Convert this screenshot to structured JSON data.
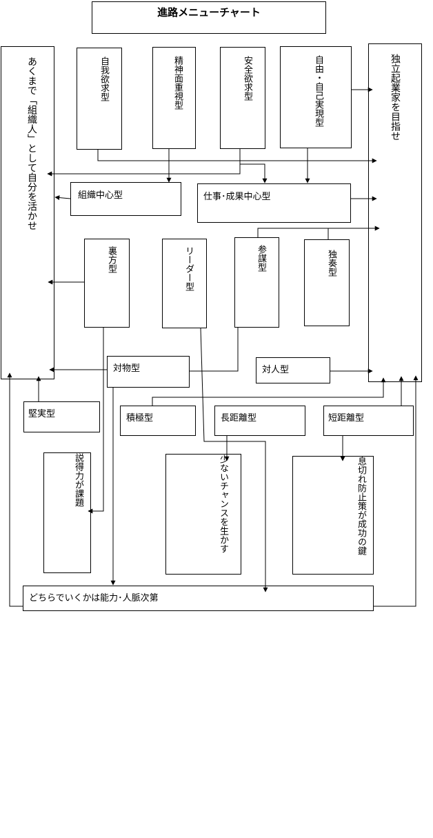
{
  "title": "進路メニューチャート",
  "left_column": "あくまで「組織人」として自分を活かせ",
  "right_column": "独立起業家を目指せ",
  "types_top": {
    "jiga": "自我欲求型",
    "seishin": "精神面重視型",
    "anzen": "安全欲求型",
    "jiyu": "自由・自己実現型"
  },
  "middle": {
    "soshiki": "組織中心型",
    "shigoto": "仕事･成果中心型"
  },
  "roles": {
    "urakata": "裏方型",
    "leader": "リーダー型",
    "sanbo": "参謀型",
    "dokuso": "独奏型"
  },
  "relation": {
    "taibutsu": "対物型",
    "taijin": "対人型"
  },
  "distance": {
    "kenjitsu": "堅実型",
    "sekkyoku": "積極型",
    "chokyori": "長距離型",
    "tankyori": "短距離型"
  },
  "outcomes": {
    "settoku": "説得力が課題",
    "chance": "少ないチャンスを生かす",
    "ikigire": "息切れ防止策が成功の鍵"
  },
  "bottom": "どちらでいくかは能力･人脈次第"
}
